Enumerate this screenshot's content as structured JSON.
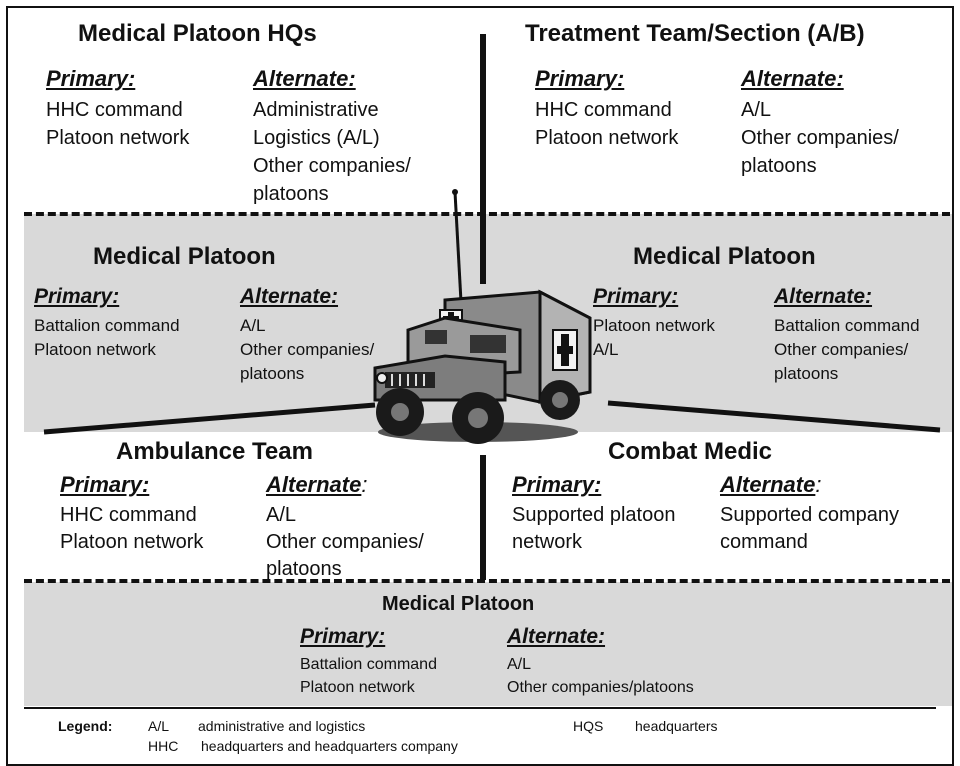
{
  "quadrants": {
    "hq": {
      "title": "Medical Platoon HQs",
      "primary_label": "Primary:",
      "alternate_label": "Alternate:",
      "primary": [
        "HHC command",
        "Platoon network"
      ],
      "alternate": [
        "Administrative",
        "Logistics (A/L)",
        "Other companies/",
        "platoons"
      ]
    },
    "treatment": {
      "title": "Treatment Team/Section (A/B)",
      "primary_label": "Primary:",
      "alternate_label": "Alternate:",
      "primary": [
        "HHC command",
        "Platoon network"
      ],
      "alternate": [
        "A/L",
        "Other companies/",
        "platoons"
      ]
    },
    "plt_left": {
      "title": "Medical Platoon",
      "primary_label": "Primary:",
      "alternate_label": "Alternate:",
      "primary": [
        "Battalion command",
        "Platoon network"
      ],
      "alternate": [
        "A/L",
        "Other companies/",
        "platoons"
      ]
    },
    "plt_right": {
      "title": "Medical Platoon",
      "primary_label": "Primary:",
      "alternate_label": "Alternate:",
      "primary": [
        "Platoon network",
        "A/L"
      ],
      "alternate": [
        "Battalion command",
        "Other companies/",
        "platoons"
      ]
    },
    "ambulance": {
      "title": "Ambulance Team",
      "primary_label": "Primary:",
      "alternate_label": "Alternate",
      "alternate_colon": ":",
      "primary": [
        "HHC command",
        "Platoon network"
      ],
      "alternate": [
        "A/L",
        "Other companies/",
        "platoons"
      ]
    },
    "medic": {
      "title": "Combat Medic",
      "primary_label": "Primary:",
      "alternate_label": "Alternate",
      "alternate_colon": ":",
      "primary": [
        "Supported platoon",
        "network"
      ],
      "alternate": [
        "Supported company",
        "command"
      ]
    },
    "bottom": {
      "title": "Medical Platoon",
      "primary_label": "Primary:",
      "alternate_label": "Alternate:",
      "primary": [
        "Battalion command",
        "Platoon network"
      ],
      "alternate": [
        "A/L",
        "Other companies/platoons"
      ]
    }
  },
  "legend": {
    "label": "Legend:",
    "entries": [
      {
        "abbr": "A/L",
        "def": "administrative and logistics"
      },
      {
        "abbr": "HQS",
        "def": "headquarters"
      },
      {
        "abbr": "HHC",
        "def": "headquarters and headquarters company"
      }
    ]
  },
  "vehicle": {
    "icon": "ambulance-humvee-icon",
    "body_color": "#8a8a8a",
    "cross_color": "#111111"
  },
  "colors": {
    "band": "#d9d9d9",
    "line": "#111111"
  }
}
